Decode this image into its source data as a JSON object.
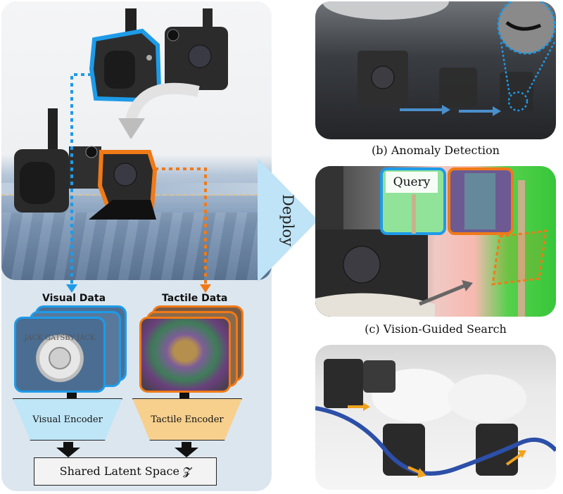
{
  "panel_a": {
    "visual_label": "Visual Data",
    "tactile_label": "Tactile Data",
    "visual_encoder": "Visual Encoder",
    "tactile_encoder": "Tactile Encoder",
    "latent_space": "Shared Latent Space 𝓩",
    "button_text": "JACK GATSBY JACK"
  },
  "deploy": {
    "label": "Deploy"
  },
  "panel_b": {
    "caption": "(b) Anomaly Detection"
  },
  "panel_c": {
    "caption": "(c) Vision-Guided Search",
    "query_label": "Query"
  },
  "colors": {
    "visual_blue": "#1e9be8",
    "tactile_orange": "#f07a17",
    "encoder_blue": "#bfe6f7",
    "encoder_orange": "#f7d08e",
    "arrow_blue": "#4a8fcc",
    "arrow_gray": "#666666",
    "arrow_yellow": "#f0a31e"
  }
}
